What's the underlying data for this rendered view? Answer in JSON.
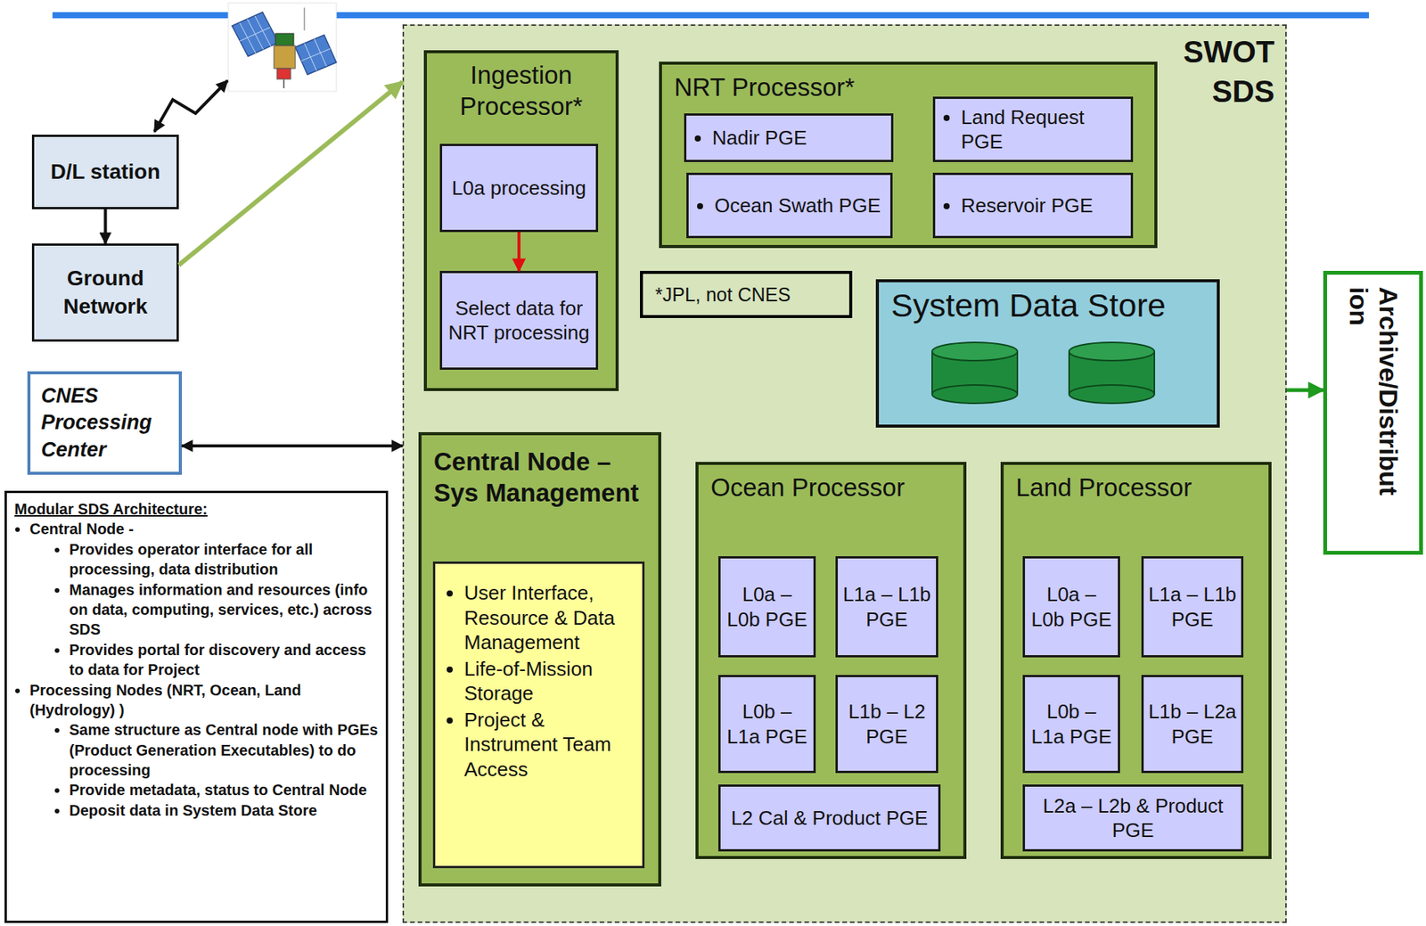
{
  "diagram": {
    "nodes": [
      {
        "text": [
          "D/L station"
        ]
      },
      {
        "text": [
          "Ground Network"
        ]
      },
      {
        "text": [
          "CNES Processing Center"
        ]
      },
      {
        "text": [
          "Modular SDS Architecture:",
          "Central Node -",
          "Provides operator interface for all processing, data distribution",
          "Manages information and resources (info on data, computing, services, etc.) across SDS",
          "Provides portal for discovery and access to data for Project",
          "Processing Nodes (NRT, Ocean, Land (Hydrology) )",
          "Same structure as Central node with PGEs (Product Generation Executables) to do processing",
          "Provide metadata, status to Central Node",
          "Deposit data in System Data Store"
        ]
      },
      {
        "text": [
          "SWOT SDS"
        ]
      },
      {
        "text": [
          "Ingestion Processor*"
        ],
        "in": 4
      },
      {
        "text": [
          "L0a processing"
        ],
        "in": 5
      },
      {
        "text": [
          "Select data for NRT processing"
        ],
        "in": 5
      },
      {
        "text": [
          "NRT Processor*"
        ],
        "in": 4
      },
      {
        "text": [
          "Nadir PGE"
        ],
        "in": 8
      },
      {
        "text": [
          "Land Request PGE"
        ],
        "in": 8
      },
      {
        "text": [
          "Ocean Swath PGE"
        ],
        "in": 8
      },
      {
        "text": [
          "Reservoir PGE"
        ],
        "in": 8
      },
      {
        "text": [
          "*JPL, not CNES"
        ],
        "in": 4
      },
      {
        "text": [
          "System Data Store"
        ],
        "in": 4
      },
      {
        "text": [
          "Central Node – Sys Management"
        ],
        "in": 4
      },
      {
        "text": [
          "User Interface, Resource & Data Management",
          "Life-of-Mission Storage",
          "Project & Instrument Team Access"
        ],
        "in": 15
      },
      {
        "text": [
          "Ocean Processor"
        ],
        "in": 4
      },
      {
        "text": [
          "L0a – L0b PGE"
        ],
        "in": 17
      },
      {
        "text": [
          "L1a – L1b PGE"
        ],
        "in": 17
      },
      {
        "text": [
          "L0b – L1a PGE"
        ],
        "in": 17
      },
      {
        "text": [
          "L1b – L2 PGE"
        ],
        "in": 17
      },
      {
        "text": [
          "L2 Cal & Product PGE"
        ],
        "in": 17
      },
      {
        "text": [
          "Land Processor"
        ],
        "in": 4
      },
      {
        "text": [
          "L0a – L0b PGE"
        ],
        "in": 23
      },
      {
        "text": [
          "L1a – L1b PGE"
        ],
        "in": 23
      },
      {
        "text": [
          "L0b – L1a PGE"
        ],
        "in": 23
      },
      {
        "text": [
          "L1b – L2a PGE"
        ],
        "in": 23
      },
      {
        "text": [
          "L2a – L2b & Product PGE"
        ],
        "in": 23
      },
      {
        "text": [
          "Archive/Distribut ion"
        ]
      }
    ],
    "edges": [
      {
        "from": 0,
        "to": 1,
        "arrow": "to"
      },
      {
        "from": 1,
        "to": 4,
        "arrow": "to"
      },
      {
        "from": 2,
        "to": 4,
        "arrow": "both"
      },
      {
        "from": 6,
        "to": 7,
        "arrow": "to"
      },
      {
        "from": 4,
        "to": 29,
        "arrow": "to"
      }
    ]
  }
}
